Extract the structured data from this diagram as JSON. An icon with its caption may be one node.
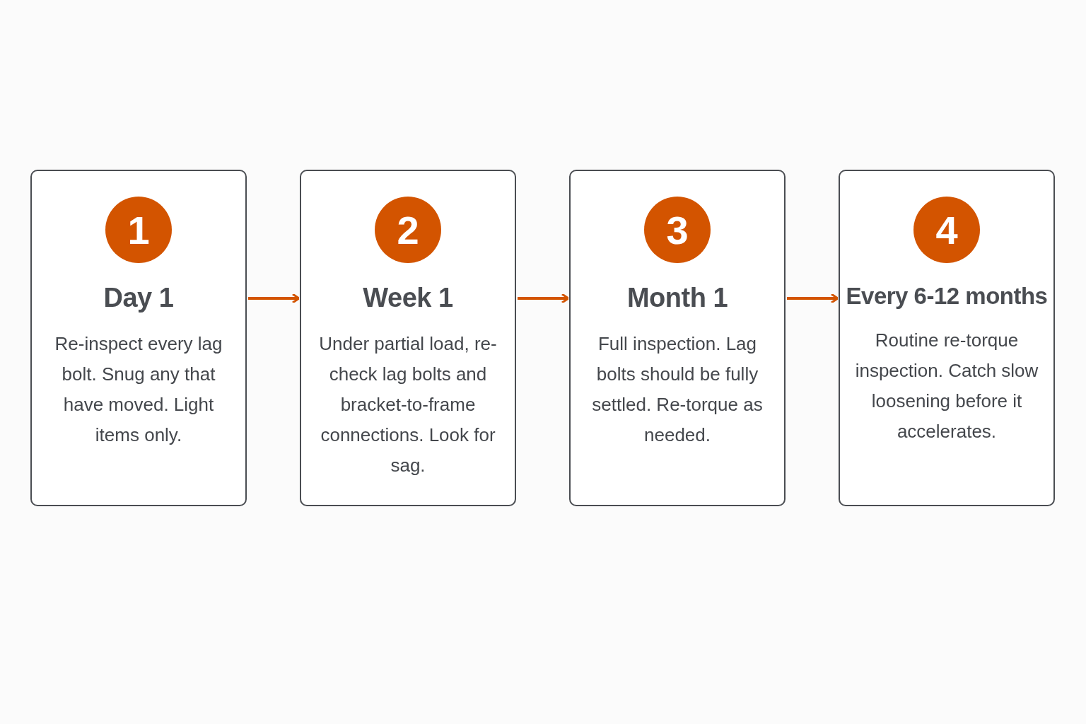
{
  "diagram": {
    "nodes": [
      {
        "text": [
          "1",
          "Day 1",
          "Re-inspect every lag bolt. Snug any that have moved. Light items only."
        ]
      },
      {
        "text": [
          "2",
          "Week 1",
          "Under partial load, re-check lag bolts and bracket-to-frame connections. Look for sag."
        ]
      },
      {
        "text": [
          "3",
          "Month 1",
          "Full inspection. Lag bolts should be fully settled. Re-torque as needed."
        ]
      },
      {
        "text": [
          "4",
          "Every 6-12 months",
          "Routine re-torque inspection. Catch slow loosening before it accelerates."
        ]
      }
    ],
    "edges": [
      {
        "from": 0,
        "to": 1,
        "arrow": "to"
      },
      {
        "from": 1,
        "to": 2,
        "arrow": "to"
      },
      {
        "from": 2,
        "to": 3,
        "arrow": "to"
      }
    ]
  }
}
